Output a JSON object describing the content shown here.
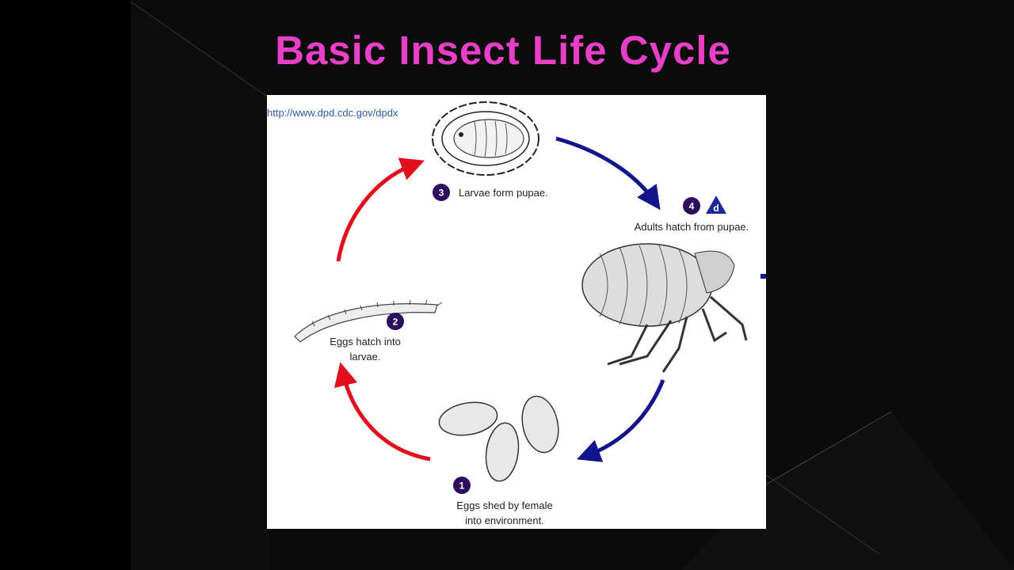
{
  "slide": {
    "title": "Basic Insect Life Cycle",
    "title_color": "#e83fc8"
  },
  "diagram": {
    "source_url": "http://www.dpd.cdc.gov/dpdx",
    "stages": [
      {
        "number": "1",
        "lines": [
          "Eggs shed by female",
          "into environment."
        ]
      },
      {
        "number": "2",
        "lines": [
          "Eggs hatch into",
          "larvae."
        ]
      },
      {
        "number": "3",
        "lines": [
          "Larvae form pupae."
        ]
      },
      {
        "number": "4",
        "badge": "d",
        "lines": [
          "Adults hatch from pupae."
        ]
      }
    ],
    "colors": {
      "red_arrow": "#e0101e",
      "blue_arrow": "#12148a",
      "stage_badge": "#2e0c5e"
    }
  }
}
